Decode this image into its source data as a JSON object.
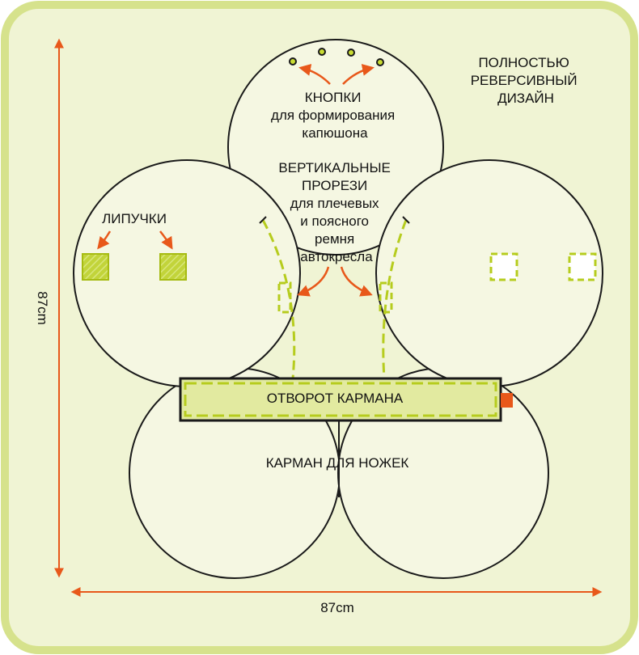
{
  "labels": {
    "reversible": [
      "ПОЛНОСТЬЮ",
      "РЕВЕРСИВНЫЙ",
      "ДИЗАЙН"
    ],
    "snaps": [
      "КНОПКИ",
      "для формирования",
      "капюшона"
    ],
    "slots": [
      "ВЕРТИКАЛЬНЫЕ",
      "ПРОРЕЗИ",
      "для плечевых",
      "и поясного",
      "ремня",
      "автокресла"
    ],
    "velcro": "ЛИПУЧКИ",
    "pocket_flap": "ОТВОРОТ КАРМАНА",
    "foot_pocket": "КАРМАН ДЛЯ НОЖЕК",
    "width": "87cm",
    "height": "87cm"
  },
  "colors": {
    "frame_bg": "#f0f4d4",
    "frame_border": "#d6e28c",
    "petal_fill": "#f5f7e2",
    "outline": "#1a1a1a",
    "accent_green": "#b6cc1e",
    "arrow_orange": "#e8581a"
  }
}
